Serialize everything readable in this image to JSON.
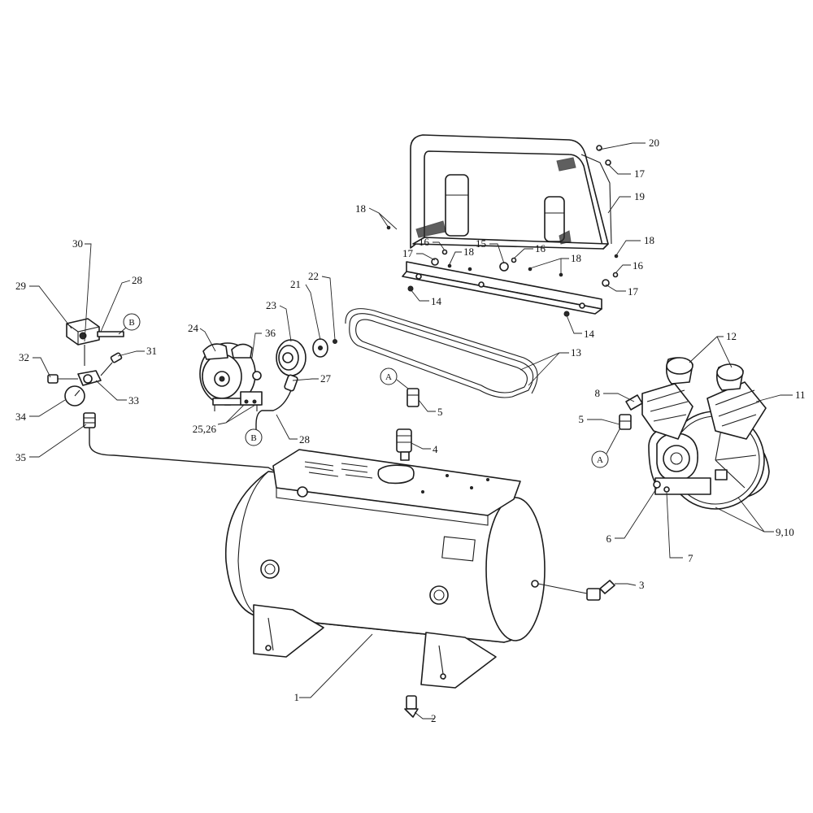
{
  "callouts": {
    "c1": "1",
    "c2": "2",
    "c3": "3",
    "c4": "4",
    "c5a": "5",
    "c5b": "5",
    "c6": "6",
    "c7": "7",
    "c8": "8",
    "c910": "9,10",
    "c11": "11",
    "c12": "12",
    "c13": "13",
    "c14a": "14",
    "c14b": "14",
    "c15": "15",
    "c16a": "16",
    "c16b": "16",
    "c16c": "16",
    "c17a": "17",
    "c17b": "17",
    "c17c": "17",
    "c18a": "18",
    "c18b": "18",
    "c18c": "18",
    "c18d": "18",
    "c19": "19",
    "c20": "20",
    "c21": "21",
    "c22": "22",
    "c23": "23",
    "c24": "24",
    "c2526": "25,26",
    "c27": "27",
    "c28a": "28",
    "c28b": "28",
    "c29": "29",
    "c30": "30",
    "c31": "31",
    "c32": "32",
    "c33": "33",
    "c34": "34",
    "c35": "35",
    "c36": "36"
  },
  "connectors": {
    "a_pump": "A",
    "a_tank": "A",
    "b_switch": "B",
    "b_motor": "B"
  }
}
